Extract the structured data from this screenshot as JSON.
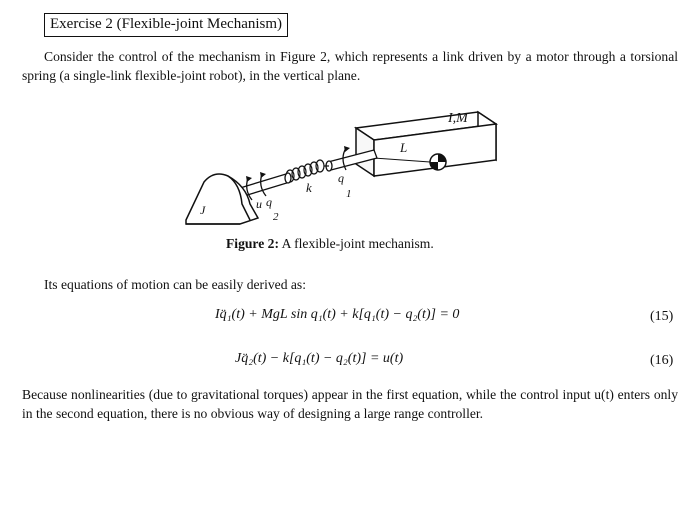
{
  "exercise": {
    "title": "Exercise 2 (Flexible-joint Mechanism)"
  },
  "intro": "Consider the control of the mechanism in Figure 2, which represents a link driven by a motor through a torsional spring (a single-link flexible-joint robot), in the vertical plane.",
  "figure": {
    "labels": {
      "im": "I,M",
      "l": "L",
      "k": "k",
      "q1": "q",
      "q1_sub": "1",
      "u": "u",
      "q2": "q",
      "q2_sub": "2",
      "j": "J"
    },
    "caption_label": "Figure 2:",
    "caption_text": "A flexible-joint mechanism."
  },
  "equations_intro": "Its equations of motion can be easily derived as:",
  "equations": [
    {
      "text": "Iq̈₁(t) + MgL sin q₁(t) + k[q₁(t) − q₂(t)] = 0",
      "number": "(15)"
    },
    {
      "text": "Jq̈₂(t) − k[q₁(t) − q₂(t)] = u(t)",
      "number": "(16)"
    }
  ],
  "conclusion": "Because nonlinearities (due to gravitational torques) appear in the first equation, while the control input u(t) enters only in the second equation, there is no obvious way of designing a large range controller."
}
